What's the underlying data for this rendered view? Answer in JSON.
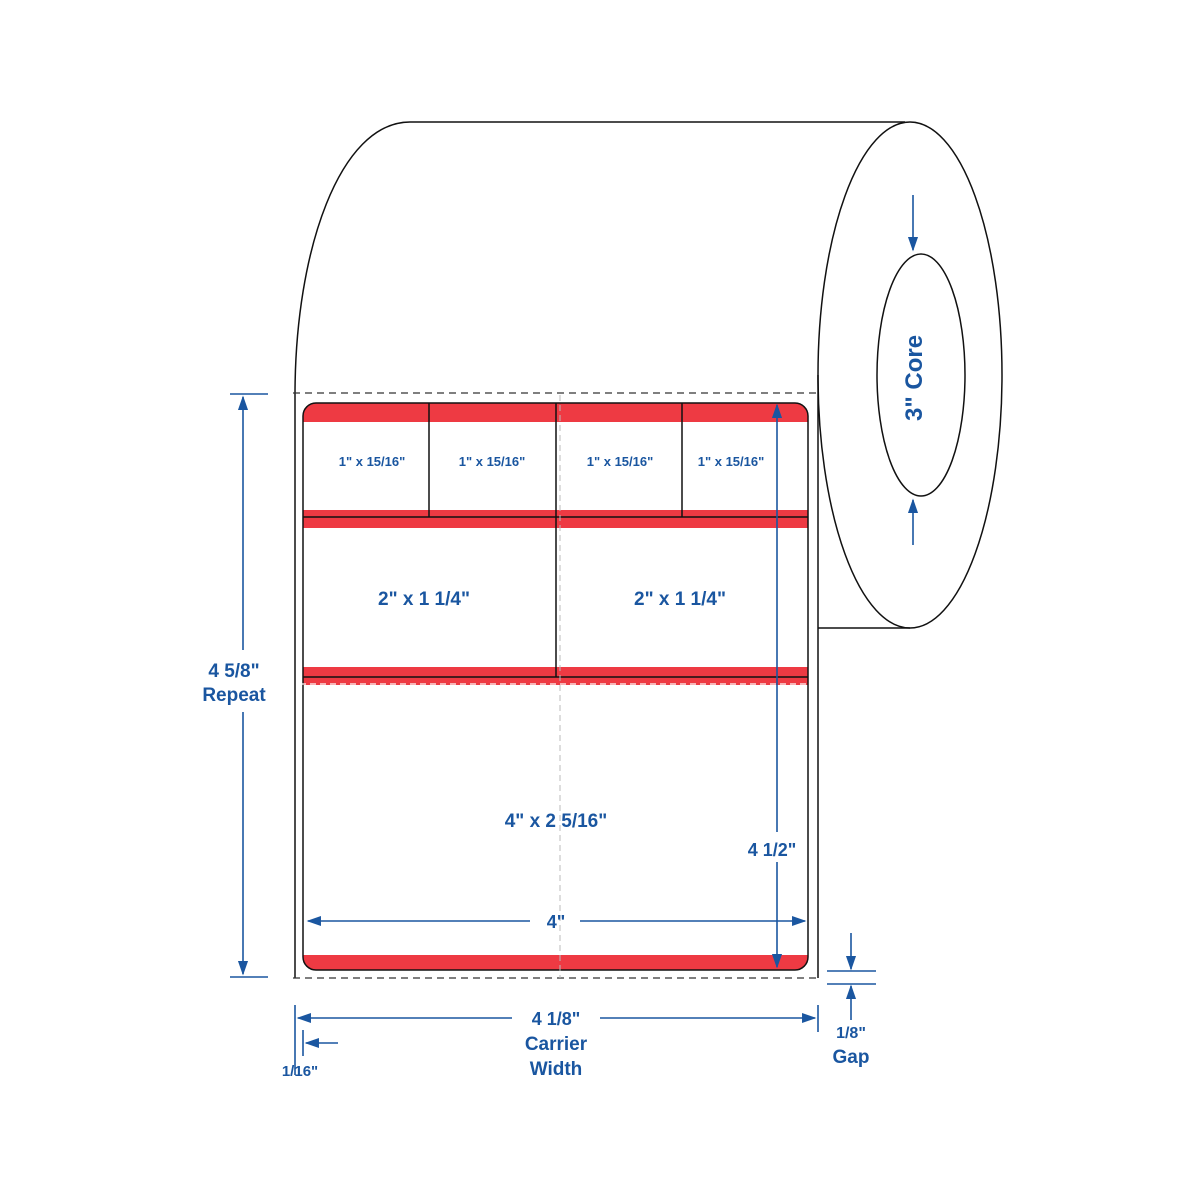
{
  "colors": {
    "dimension": "#1a56a0",
    "red_band": "#ee3a43",
    "outline": "#111111"
  },
  "core_label": "3\" Core",
  "small_labels": [
    "1\" x 15/16\"",
    "1\" x 15/16\"",
    "1\" x 15/16\"",
    "1\" x 15/16\""
  ],
  "medium_labels": [
    "2\" x 1 1/4\"",
    "2\" x 1 1/4\""
  ],
  "large_label": "4\" x 2 5/16\"",
  "dimensions": {
    "repeat_value": "4 5/8\"",
    "repeat_label": "Repeat",
    "label_height": "4 1/2\"",
    "label_width": "4\"",
    "carrier_value": "4 1/8\"",
    "carrier_label_1": "Carrier",
    "carrier_label_2": "Width",
    "margin": "1/16\"",
    "gap_value": "1/8\"",
    "gap_label": "Gap"
  }
}
